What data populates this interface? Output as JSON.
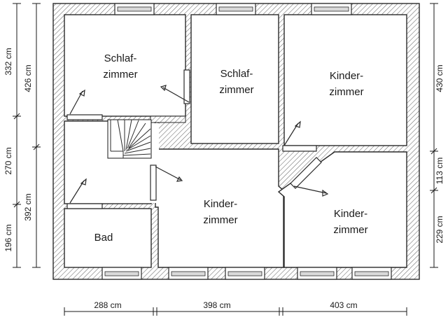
{
  "rooms": {
    "schlaf1": [
      "Schlaf-",
      "zimmer"
    ],
    "schlaf2": [
      "Schlaf-",
      "zimmer"
    ],
    "kinder_top": [
      "Kinder-",
      "zimmer"
    ],
    "kinder_mid": [
      "Kinder-",
      "zimmer"
    ],
    "kinder_right": [
      "Kinder-",
      "zimmer"
    ],
    "bad": [
      "Bad"
    ]
  },
  "dimensions": {
    "left_outer": [
      "332 cm",
      "270 cm",
      "196 cm"
    ],
    "left_inner": [
      "426 cm",
      "392 cm"
    ],
    "right": [
      "430 cm",
      "113 cm",
      "229 cm"
    ],
    "bottom": [
      "288 cm",
      "398 cm",
      "403 cm"
    ]
  }
}
